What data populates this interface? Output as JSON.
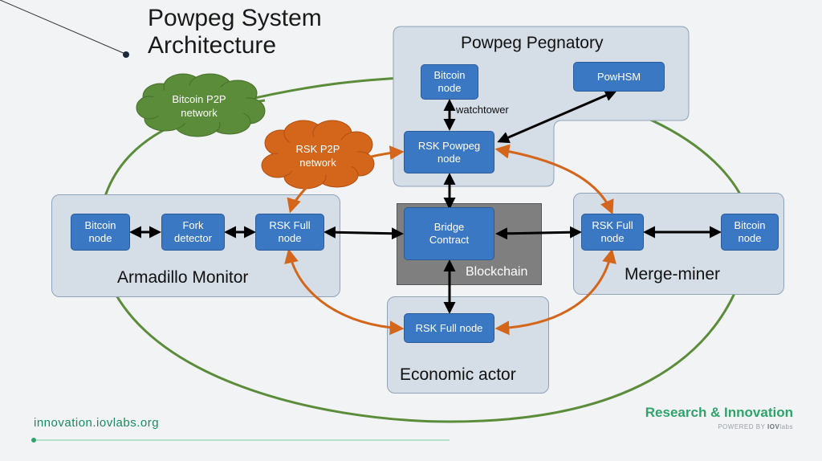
{
  "title": {
    "line1": "Powpeg System",
    "line2": "Architecture"
  },
  "groups": {
    "pegnatory": "Powpeg Pegnatory",
    "armadillo": "Armadillo Monitor",
    "merge_miner": "Merge-miner",
    "economic": "Economic actor"
  },
  "nodes": {
    "pegnatory_bitcoin": {
      "line1": "Bitcoin",
      "line2": "node"
    },
    "powhsm": "PowHSM",
    "rsk_powpeg": {
      "line1": "RSK Powpeg",
      "line2": "node"
    },
    "arm_bitcoin": {
      "line1": "Bitcoin",
      "line2": "node"
    },
    "fork_detector": {
      "line1": "Fork",
      "line2": "detector"
    },
    "arm_rsk": {
      "line1": "RSK Full",
      "line2": "node"
    },
    "bridge": {
      "line1": "Bridge",
      "line2": "Contract"
    },
    "mm_rsk": {
      "line1": "RSK Full",
      "line2": "node"
    },
    "mm_bitcoin": {
      "line1": "Bitcoin",
      "line2": "node"
    },
    "econ_rsk": "RSK Full node"
  },
  "blockchain_label": "Blockchain",
  "watchtower_label": "watchtower",
  "clouds": {
    "bitcoin_p2p": {
      "line1": "Bitcoin P2P",
      "line2": "network"
    },
    "rsk_p2p": {
      "line1": "RSK P2P",
      "line2": "network"
    }
  },
  "footer": {
    "url": "innovation.iovlabs.org",
    "brand": "Research & Innovation",
    "powered_prefix": "POWERED BY",
    "powered_brand": "IOV",
    "powered_suffix": "labs"
  },
  "colors": {
    "green": "#5b8c3a",
    "orange": "#d4661c",
    "node_blue": "#3b78c4",
    "group_fill": "#d5dde6",
    "blockchain_gray": "#7f7f7f"
  }
}
